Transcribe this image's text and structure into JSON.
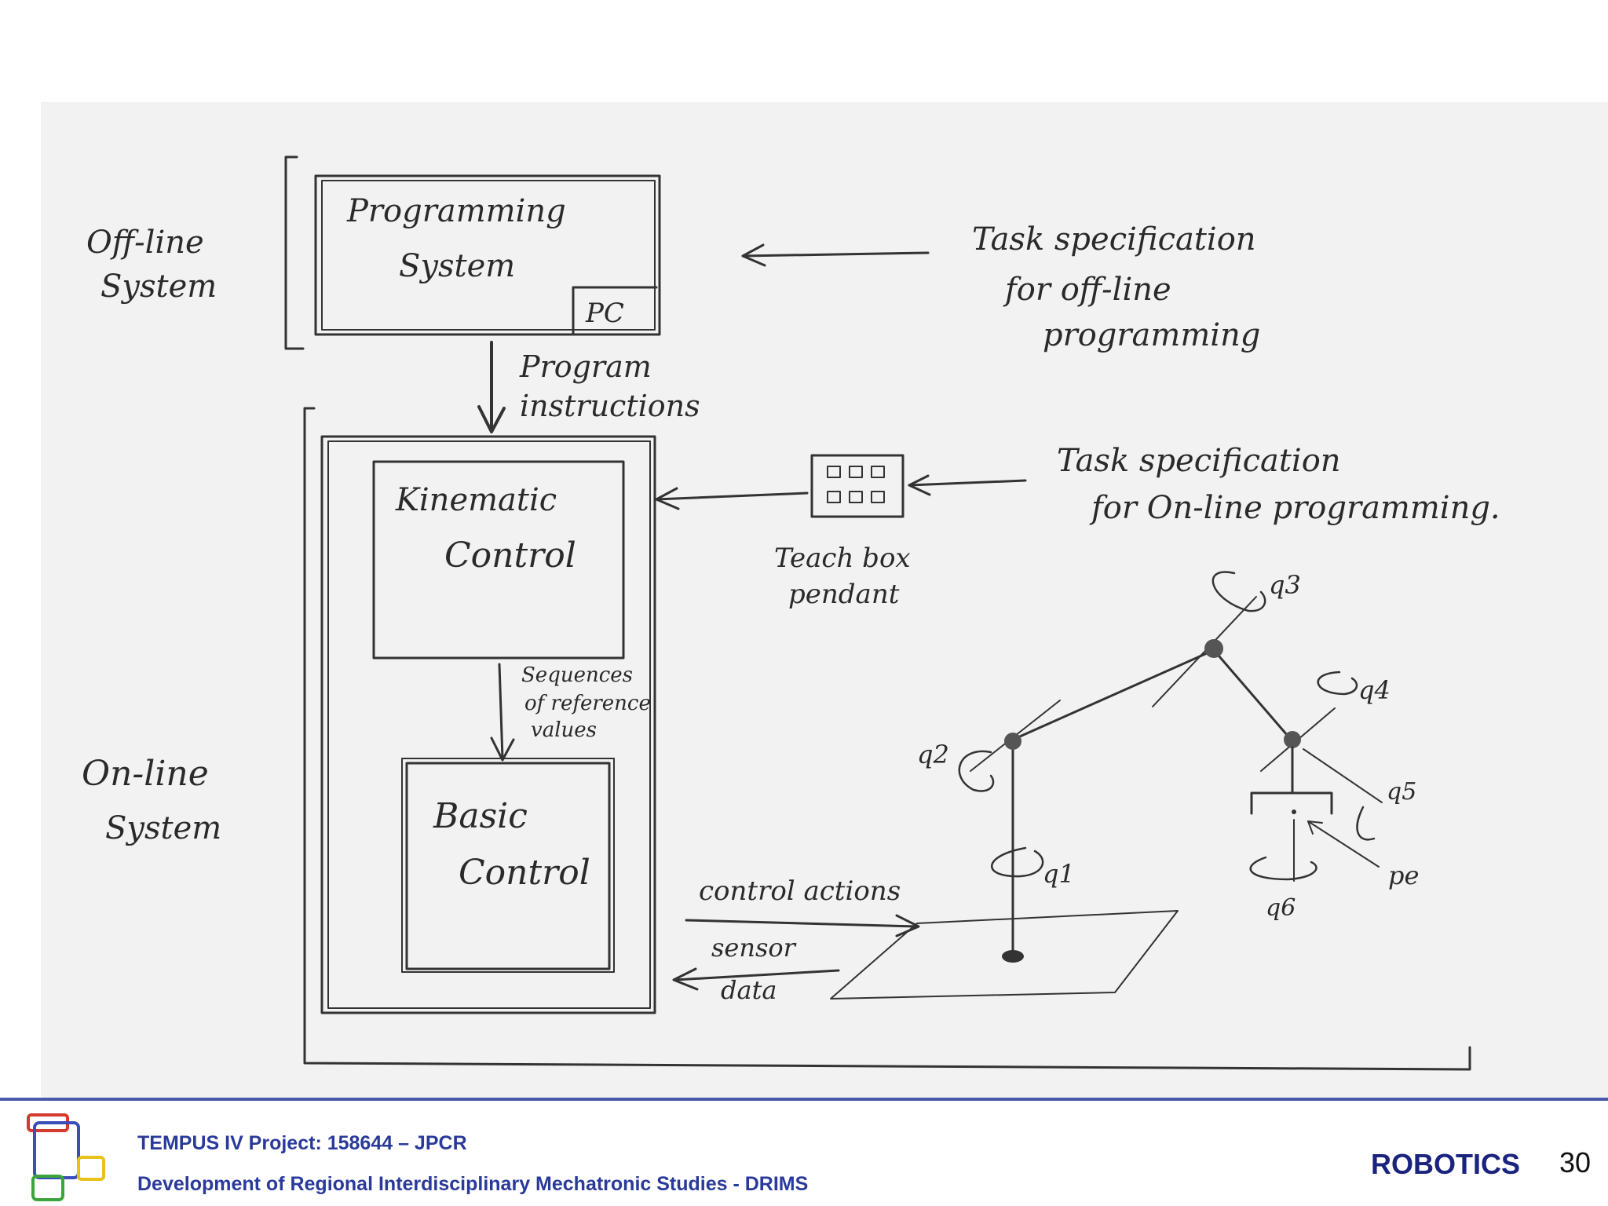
{
  "diagram": {
    "offline_label": [
      "Off-line",
      "System"
    ],
    "online_label": [
      "On-line",
      "System"
    ],
    "programming_system": [
      "Programming",
      "System"
    ],
    "pc_label": "PC",
    "program_instructions": [
      "Program",
      "instructions"
    ],
    "task_spec_offline": [
      "Task specification",
      "for off-line",
      "programming"
    ],
    "task_spec_online": [
      "Task specification",
      "for On-line programming."
    ],
    "kinematic_control": [
      "Kinematic",
      "Control"
    ],
    "teach_box": [
      "Teach box",
      "pendant"
    ],
    "sequences": [
      "Sequences",
      "of reference",
      "values"
    ],
    "basic_control": [
      "Basic",
      "Control"
    ],
    "control_actions": "control actions",
    "sensor_data": [
      "sensor",
      "data"
    ],
    "joint_labels": [
      "q1",
      "q2",
      "q3",
      "q4",
      "q5",
      "q6",
      "pe"
    ]
  },
  "footer": {
    "project_line": "TEMPUS IV Project: 158644 – JPCR",
    "program_line": "Development of Regional Interdisciplinary Mechatronic Studies - DRIMS",
    "course": "ROBOTICS",
    "page_number": "30"
  },
  "colors": {
    "paper": "#f2f2f2",
    "ink": "#333333",
    "footer_text": "#2a3a9a",
    "course_text": "#1a237e",
    "footer_line": "#4a5aa8",
    "logo_red": "#d23b2b",
    "logo_blue": "#3b4db8",
    "logo_yellow": "#e8c21a",
    "logo_green": "#3ba53b"
  }
}
